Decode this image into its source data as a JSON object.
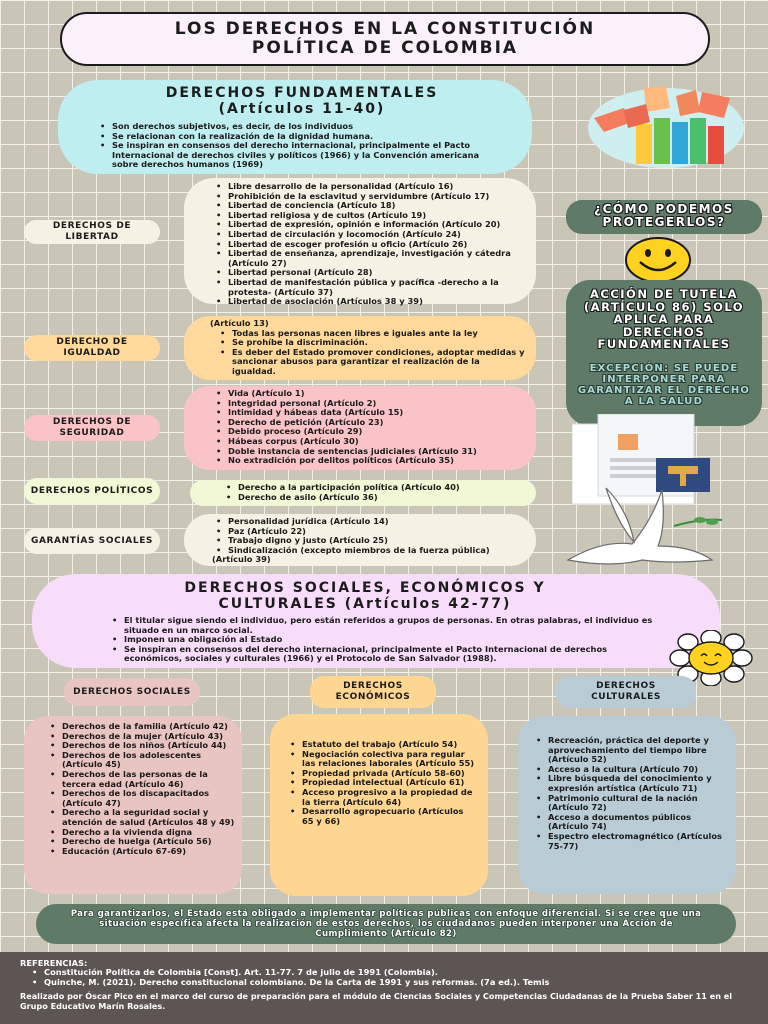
{
  "title": {
    "line1": "LOS DERECHOS EN LA CONSTITUCIÓN",
    "line2": "POLÍTICA DE COLOMBIA"
  },
  "fundamentales": {
    "heading1": "DERECHOS FUNDAMENTALES",
    "heading2": "(Artículos 11-40)",
    "bullets": [
      "Son derechos subjetivos, es decir, de los individuos",
      "Se relacionan con la realización de la dignidad humana.",
      "Se inspiran en consensos del derecho internacional, principalmente el Pacto Internacional de derechos civiles y políticos (1966) y la Convención americana sobre derechos humanos (1969)"
    ]
  },
  "libertad": {
    "label": "DERECHOS DE LIBERTAD",
    "items": [
      "Libre desarrollo de la personalidad (Artículo 16)",
      "Prohibición de la esclavitud y servidumbre (Artículo 17)",
      "Libertad de conciencia (Artículo 18)",
      "Libertad religiosa y de cultos (Artículo 19)",
      "Libertad de expresión, opinión e información (Artículo 20)",
      "Libertad de circulación y locomoción (Artículo 24)",
      "Libertad de escoger profesión u oficio (Artículo 26)",
      "Libertad de enseñanza, aprendizaje, investigación y cátedra (Artículo 27)",
      "Libertad personal (Artículo 28)",
      "Libertad de manifestación pública y pacífica -derecho a la protesta- (Artículo 37)",
      "Libertad de asociación (Artículos 38 y 39)"
    ]
  },
  "igualdad": {
    "label": "DERECHO DE IGUALDAD",
    "intro": "(Artículo 13)",
    "items": [
      "Todas las personas nacen libres e iguales ante la ley",
      "Se prohíbe la discriminación.",
      "Es deber del Estado promover condiciones, adoptar medidas y sancionar abusos para garantizar el realización de la igualdad."
    ]
  },
  "seguridad": {
    "label": "DERECHOS DE SEGURIDAD",
    "items": [
      "Vida (Artículo 1)",
      "Integridad personal (Artículo 2)",
      "Intimidad y hábeas data (Artículo 15)",
      "Derecho de petición (Artículo 23)",
      "Debido proceso (Artículo 29)",
      "Hábeas corpus (Artículo 30)",
      "Doble instancia de sentencias judiciales (Artículo 31)",
      "No extradición por delitos políticos (Artículo 35)"
    ]
  },
  "politicos": {
    "label": "DERECHOS POLÍTICOS",
    "items": [
      "Derecho a la participación política (Artículo 40)",
      "Derecho de asilo (Artículo 36)"
    ]
  },
  "garantias": {
    "label": "GARANTÍAS SOCIALES",
    "items": [
      "Personalidad jurídica (Artículo 14)",
      "Paz (Artículo 22)",
      "Trabajo digno y justo (Artículo 25)",
      "Sindicalización (excepto miembros de la fuerza pública)"
    ],
    "tail": "(Artículo 39)"
  },
  "proteger": {
    "question": "¿CÓMO PODEMOS PROTEGERLOS?",
    "tutela": "ACCIÓN DE TUTELA (ARTÍCULO 86) SOLO APLICA PARA DERECHOS FUNDAMENTALES",
    "excepcion": "EXCEPCIÓN: SE PUEDE INTERPONER PARA GARANTIZAR EL DERECHO A LA SALUD"
  },
  "sociales_main": {
    "heading1": "DERECHOS SOCIALES, ECONÓMICOS Y",
    "heading2": "CULTURALES (Artículos 42-77)",
    "bullets": [
      "El titular sigue siendo el individuo, pero están referidos a grupos de personas. En otras palabras, el individuo es situado en un marco social.",
      "Imponen una obligación al Estado",
      "Se inspiran en consensos del derecho internacional, principalmente el Pacto Internacional de derechos económicos, sociales y culturales (1966) y el Protocolo de San Salvador (1988)."
    ]
  },
  "sociales": {
    "label": "DERECHOS SOCIALES",
    "items": [
      "Derechos de la familia (Artículo 42)",
      "Derechos de la mujer (Artículo 43)",
      "Derechos de los niños (Artículo 44)",
      "Derechos de los adolescentes (Artículo 45)",
      "Derechos de las personas de la tercera edad (Artículo 46)",
      "Derechos de los discapacitados (Artículo 47)",
      "Derecho a la seguridad social y atención de salud (Artículos 48 y 49)",
      "Derecho a la vivienda digna",
      "Derecho de huelga (Artículo 56)",
      "Educación (Artículo 67-69)"
    ]
  },
  "economicos": {
    "label": "DERECHOS ECONÓMICOS",
    "items": [
      "Estatuto del trabajo (Artículo 54)",
      "Negociación colectiva para regular las relaciones laborales (Artículo 55)",
      "Propiedad privada (Artículo 58-60)",
      "Propiedad intelectual (Artículo 61)",
      "Acceso progresivo a la propiedad de la tierra (Artículo 64)",
      "Desarrollo agropecuario (Artículos 65 y 66)"
    ]
  },
  "culturales": {
    "label": "DERECHOS CULTURALES",
    "items": [
      "Recreación, práctica del deporte y aprovechamiento del tiempo libre (Artículo 52)",
      "Acceso a la cultura (Artículo 70)",
      "Libre búsqueda del conocimiento y expresión artística (Artículo 71)",
      "Patrimonio cultural de la nación (Artículo 72)",
      "Acceso a documentos públicos (Artículo 74)",
      "Espectro electromagnético (Artículos 75-77)"
    ]
  },
  "garantizar": "Para garantizarlos, el Estado está obligado a implementar políticas públicas con enfoque diferencial. Si se cree que una situación específica afecta la realización de estos derechos, los ciudadanos pueden interponer una Acción de Cumplimiento (Artículo 82)",
  "referencias": {
    "title": "REFERENCIAS:",
    "items": [
      "Constitución Política de Colombia [Const]. Art. 11-77. 7 de julio de 1991 (Colombia).",
      "Quinche, M. (2021). Derecho constitucional colombiano. De la Carta de 1991 y sus reformas. (7a ed.). Temis"
    ],
    "credit": "Realizado por Óscar Pico en el marco del curso de preparación para el módulo de Ciencias Sociales y Competencias Ciudadanas de la Prueba Saber 11 en el Grupo Educativo Marín Rosales."
  },
  "colors": {
    "fundamentales_bg": "#bfeef0",
    "libertad_bg": "#f6f1e5",
    "igualdad_bg": "#ffd99b",
    "seguridad_bg": "#f9c3c8",
    "politicos_bg": "#f2f7d6",
    "sociales_main_bg": "#f8ddfa",
    "sociales_bg": "#e8c5c2",
    "economicos_bg": "#ffd592",
    "culturales_bg": "#b9ccd6",
    "green_dark": "#5f7a67",
    "footer_bg": "#5c5551"
  }
}
